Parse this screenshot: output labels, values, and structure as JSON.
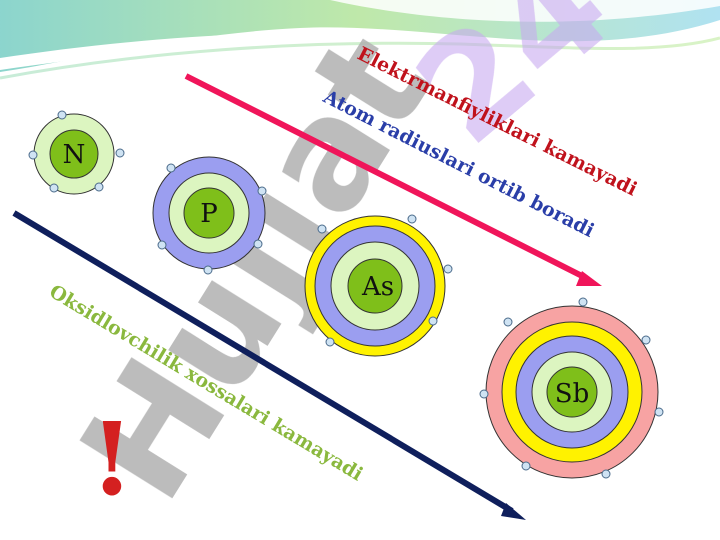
{
  "watermark": {
    "text_primary": "Hujjat",
    "text_secondary": "24"
  },
  "captions": {
    "electronegativity": "Elektrmanfiyliklari kamayadi",
    "atom_radius": "Atom radiuslari ortib boradi",
    "oxidizing": "Oksidlovchilik xossalari kamayadi"
  },
  "exclamation": "!",
  "atoms": [
    {
      "symbol": "N",
      "shells": 2
    },
    {
      "symbol": "P",
      "shells": 3
    },
    {
      "symbol": "As",
      "shells": 4
    },
    {
      "symbol": "Sb",
      "shells": 5
    }
  ],
  "colors": {
    "electronegativity_text": "#c0121c",
    "atom_radius_text": "#2a3ea8",
    "oxidizing_text": "#8ab83e",
    "arrow_pink": "#f0155a",
    "arrow_navy": "#0f1f5c",
    "nucleus": "#7fbf1a",
    "shell_light_green": "#dcf5c0",
    "shell_lavender": "#9b9ef0",
    "shell_yellow": "#fff200",
    "shell_pink": "#f7a3a3",
    "electron": "#cfe3f3",
    "exclamation": "#d42020",
    "watermark": "#b0b0b0",
    "watermark_accent": "#c8a8f0"
  }
}
